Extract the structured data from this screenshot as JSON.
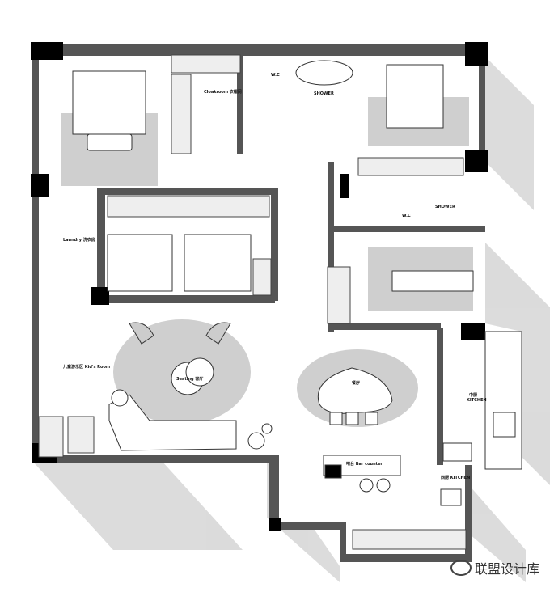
{
  "plan": {
    "labels": {
      "wc_master": "W.C",
      "shower_master": "SHOWER",
      "cloakroom": "Cloakroom 衣帽间",
      "wc_second": "W.C",
      "shower_second": "SHOWER",
      "laundry": "Laundry 洗衣房",
      "kitchen_cn": "中厨",
      "kitchen_en": "KITCHEN",
      "west_kitchen": "西厨 KITCHEN",
      "bar": "吧台 Bar counter",
      "living": "Seating 客厅",
      "kids": "儿童游乐区 Kid's Room",
      "dining": "餐厅"
    },
    "colors": {
      "wall": "#555555",
      "column": "#000000",
      "rug": "#cfcfcf",
      "shadow": "#9a9a9a"
    }
  },
  "watermark": "联盟设计库"
}
